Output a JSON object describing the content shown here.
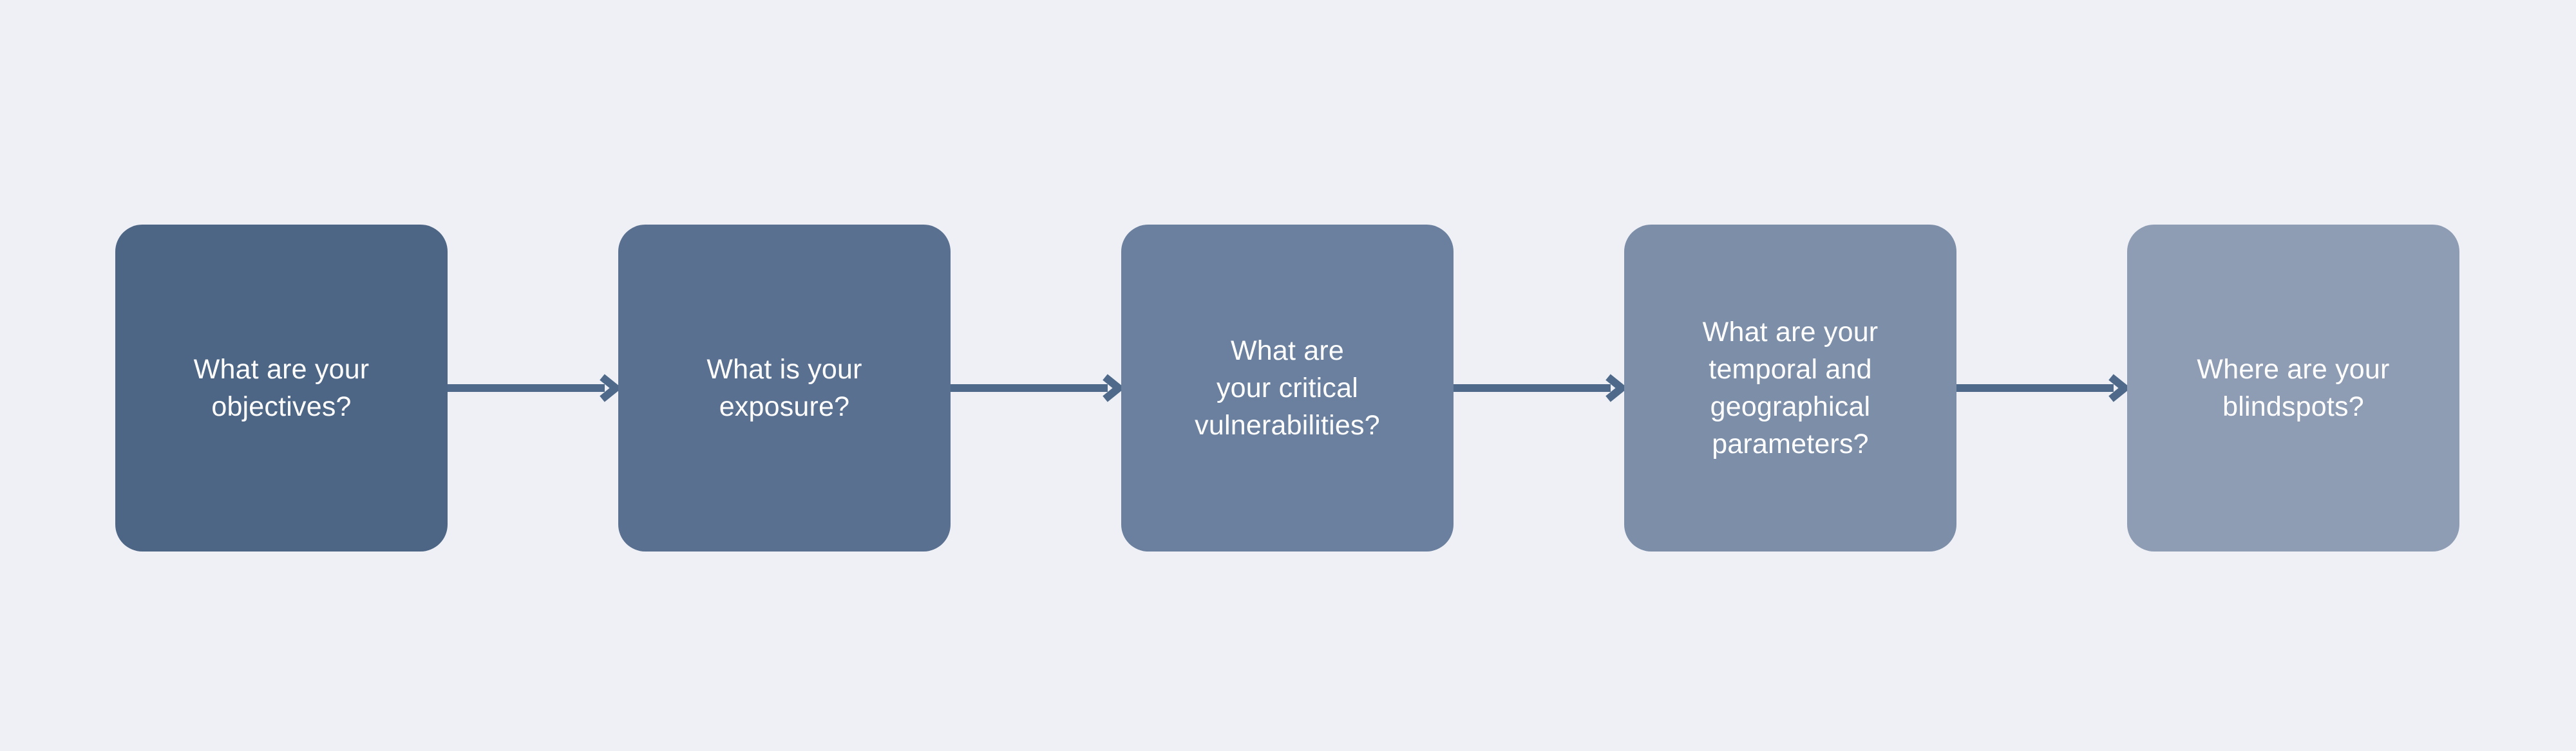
{
  "canvas": {
    "background": "#eef0f5"
  },
  "diagram": {
    "type": "process-flow",
    "direction": "left-to-right",
    "arrow_color": "#4e6989",
    "text_color": "#ffffff",
    "steps": [
      {
        "label": "What are your\nobjectives?",
        "color": "#4e6685"
      },
      {
        "label": "What is your\nexposure?",
        "color": "#5a7090"
      },
      {
        "label": "What are\nyour critical\nvulnerabilities?",
        "color": "#6a809e"
      },
      {
        "label": "What are your\ntemporal and\ngeographical\nparameters?",
        "color": "#7d8ea9"
      },
      {
        "label": "Where are your\nblindspots?",
        "color": "#8f9db4"
      }
    ]
  }
}
